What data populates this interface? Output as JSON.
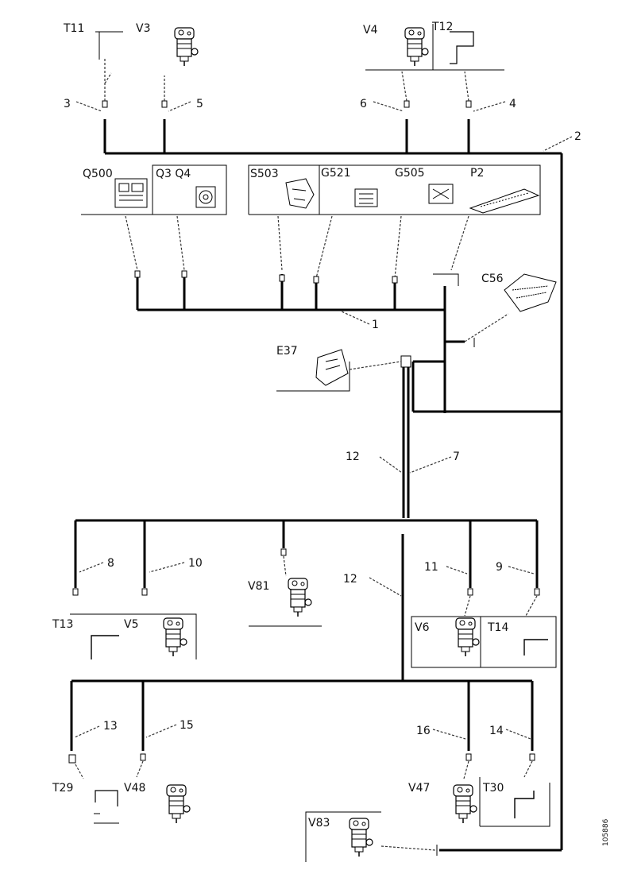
{
  "components": {
    "T11": "T11",
    "V3": "V3",
    "V4": "V4",
    "T12": "T12",
    "Q500": "Q500",
    "Q3Q4": "Q3 Q4",
    "S503": "S503",
    "G521": "G521",
    "G505": "G505",
    "P2": "P2",
    "C56": "C56",
    "E37": "E37",
    "V81": "V81",
    "T13": "T13",
    "V5": "V5",
    "V6": "V6",
    "T14": "T14",
    "T29": "T29",
    "V48": "V48",
    "V47": "V47",
    "T30": "T30",
    "V83": "V83"
  },
  "wires": {
    "w1": "1",
    "w2": "2",
    "w3": "3",
    "w4": "4",
    "w5": "5",
    "w6": "6",
    "w7": "7",
    "w8": "8",
    "w9": "9",
    "w10": "10",
    "w11": "11",
    "w12a": "12",
    "w12b": "12",
    "w13": "13",
    "w14": "14",
    "w15": "15",
    "w16": "16"
  },
  "figure_id": "105886"
}
